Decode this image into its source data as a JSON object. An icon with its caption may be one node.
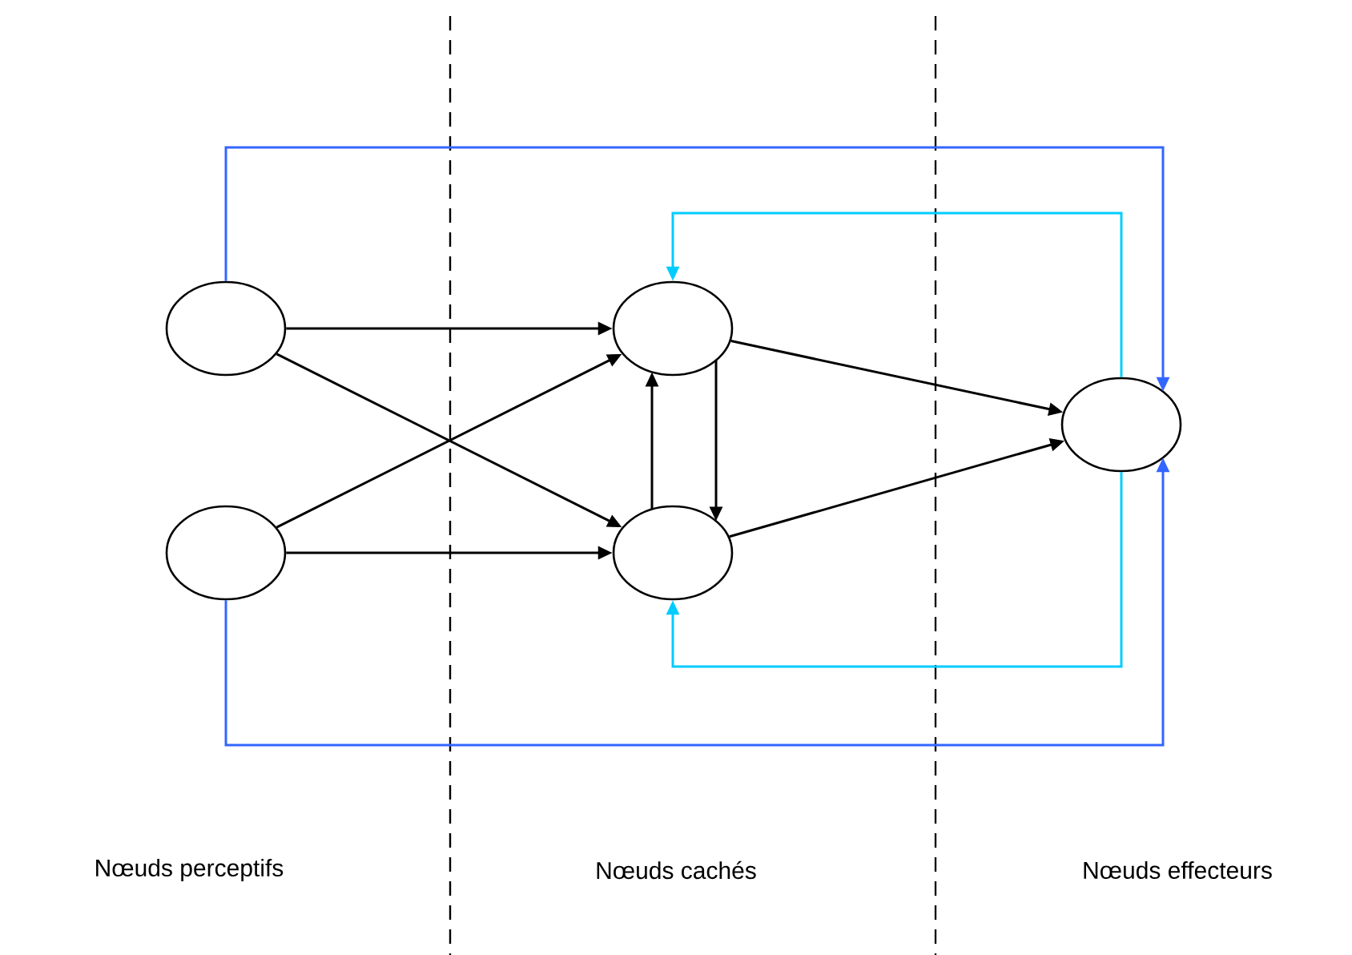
{
  "diagram": {
    "nodes": [
      {
        "text": [],
        "shape": "ellipse"
      },
      {
        "text": [],
        "shape": "ellipse"
      },
      {
        "text": [],
        "shape": "ellipse"
      },
      {
        "text": [],
        "shape": "ellipse"
      },
      {
        "text": [],
        "shape": "ellipse"
      }
    ],
    "edges": [
      {
        "from": 0,
        "to": 2,
        "arrow": "to"
      },
      {
        "from": 0,
        "to": 3,
        "arrow": "to"
      },
      {
        "from": 1,
        "to": 2,
        "arrow": "to"
      },
      {
        "from": 1,
        "to": 3,
        "arrow": "to"
      },
      {
        "from": 3,
        "to": 2,
        "arrow": "to"
      },
      {
        "from": 2,
        "to": 3,
        "arrow": "to"
      },
      {
        "from": 2,
        "to": 4,
        "arrow": "to"
      },
      {
        "from": 3,
        "to": 4,
        "arrow": "to"
      },
      {
        "from": 0,
        "to": 4,
        "arrow": "to",
        "color": "#3366ff"
      },
      {
        "from": 1,
        "to": 4,
        "arrow": "to",
        "color": "#3366ff"
      },
      {
        "from": 4,
        "to": 2,
        "arrow": "to",
        "color": "#00ccff"
      },
      {
        "from": 4,
        "to": 3,
        "arrow": "to",
        "color": "#00ccff"
      }
    ],
    "labels": [
      "Nœuds perceptifs",
      "Nœuds cachés",
      "Nœuds effecteurs"
    ]
  }
}
